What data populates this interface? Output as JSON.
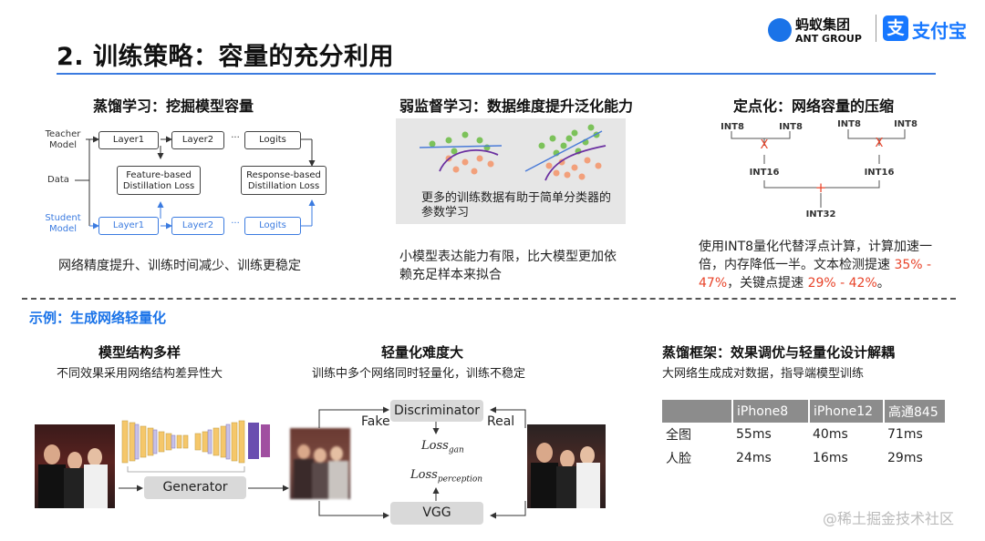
{
  "header": {
    "title": "2. 训练策略：容量的充分利用",
    "logo_ant_cn": "蚂蚁集团",
    "logo_ant_en": "ANT GROUP",
    "logo_alipay_mark": "支",
    "logo_alipay_text": "支付宝"
  },
  "distill": {
    "heading": "蒸馏学习：挖掘模型容量",
    "teacher_label_1": "Teacher",
    "teacher_label_2": "Model",
    "data_label": "Data",
    "student_label_1": "Student",
    "student_label_2": "Model",
    "t_layer1": "Layer1",
    "t_layer2": "Layer2",
    "t_logits": "Logits",
    "s_layer1": "Layer1",
    "s_layer2": "Layer2",
    "s_logits": "Logits",
    "ellipsis": "···",
    "feature_loss_1": "Feature-based",
    "feature_loss_2": "Distillation Loss",
    "response_loss_1": "Response-based",
    "response_loss_2": "Distillation Loss",
    "caption": "网络精度提升、训练时间减少、训练更稳定"
  },
  "weak": {
    "heading": "弱监督学习：数据维度提升泛化能力",
    "panel_text": "更多的训练数据有助于简单分类器的参数学习",
    "caption": "小模型表达能力有限，比大模型更加依赖充足样本来拟合"
  },
  "quant": {
    "heading": "定点化：网络容量的压缩",
    "int8_a": "INT8",
    "int8_b": "INT8",
    "int8_c": "INT8",
    "int8_d": "INT8",
    "mul_left": "X",
    "mul_right": "X",
    "int16_left": "INT16",
    "int16_right": "INT16",
    "plus": "+",
    "int32": "INT32",
    "caption_plain_1": "使用INT8量化代替浮点计算，计算加速一倍，内存降低一半。",
    "caption_plain_2": "文本检测提速 ",
    "caption_red_1": "35% - 47%",
    "caption_plain_3": "，关键点提速 ",
    "caption_red_2": "29% - 42%",
    "caption_plain_4": "。"
  },
  "example": {
    "label": "示例：生成网络轻量化",
    "col1_heading": "模型结构多样",
    "col1_sub": "不同效果采用网络结构差异性大",
    "col2_heading": "轻量化难度大",
    "col2_sub": "训练中多个网络同时轻量化，训练不稳定",
    "col3_heading": "蒸馏框架：效果调优与轻量化设计解耦",
    "col3_sub": "大网络生成成对数据，指导端模型训练",
    "generator": "Generator",
    "discriminator": "Discriminator",
    "vgg": "VGG",
    "fake": "Fake",
    "real": "Real",
    "loss_gan_base": "Loss",
    "loss_gan_sub": "gan",
    "loss_perc_base": "Loss",
    "loss_perc_sub": "perception"
  },
  "perf_table": {
    "headers": [
      "",
      "iPhone8",
      "iPhone12",
      "高通845"
    ],
    "rows": [
      [
        "全图",
        "55ms",
        "40ms",
        "71ms"
      ],
      [
        "人脸",
        "24ms",
        "16ms",
        "29ms"
      ]
    ]
  },
  "watermark": "@稀土掘金技术社区",
  "colors": {
    "accent": "#1a73e8",
    "highlight_red": "#e8442a",
    "table_header": "#8c8c8c"
  }
}
